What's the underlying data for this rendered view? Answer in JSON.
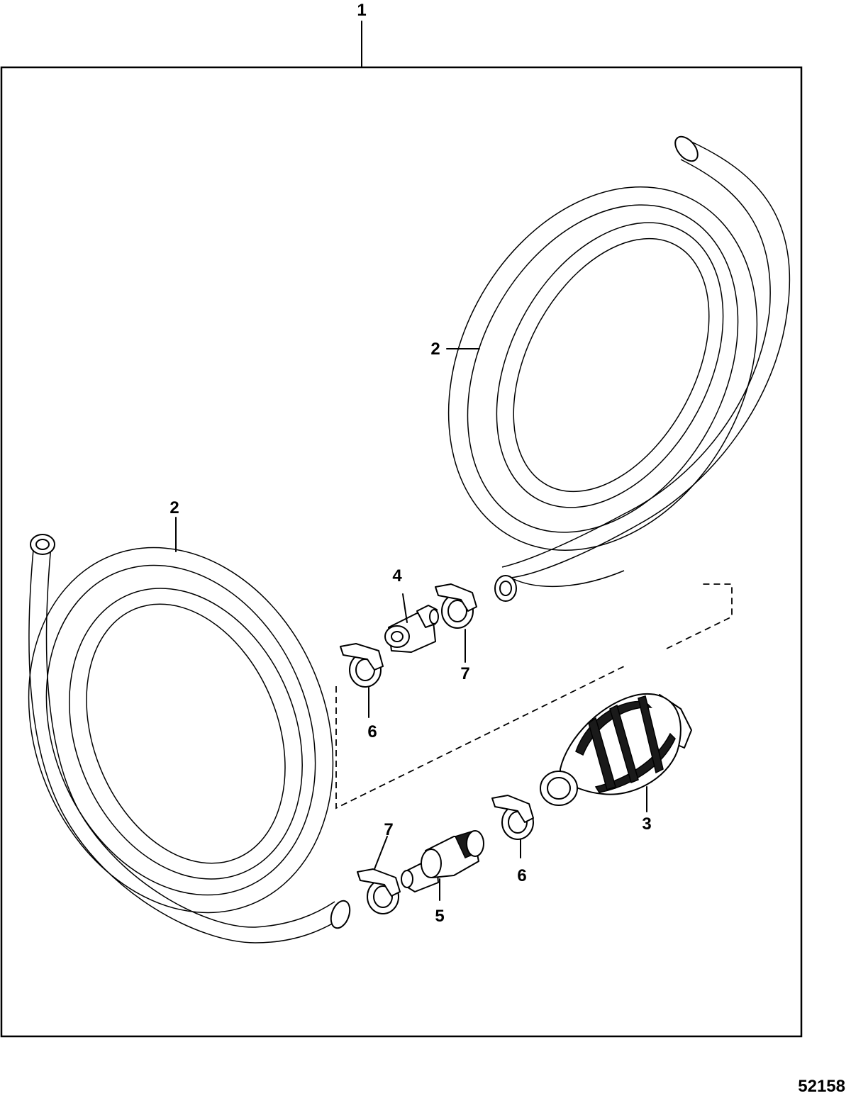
{
  "callouts": {
    "c1": "1",
    "c2a": "2",
    "c2b": "2",
    "c3": "3",
    "c4": "4",
    "c5": "5",
    "c6a": "6",
    "c6b": "6",
    "c7a": "7",
    "c7b": "7"
  },
  "figure_id": "52158"
}
